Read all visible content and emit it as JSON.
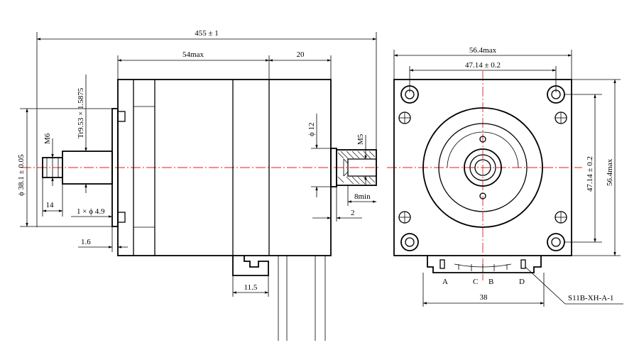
{
  "drawing": {
    "side_view": {
      "total_length": "455 ± 1",
      "body_length": "54max",
      "rear_shaft_length": "20",
      "thread_spec": "Tr9.53 × 1.5875",
      "front_thread": "M6",
      "pilot_diameter": "ϕ 38.1 ± 0.05",
      "front_shaft_length": "14",
      "hole": "1 × ϕ 4.9",
      "flange_thickness": "1.6",
      "connector_width": "11.5",
      "rear_diameter": "ϕ 12",
      "rear_thread": "M5",
      "rear_thread_depth": "8min",
      "rear_gap": "2"
    },
    "front_view": {
      "outer_width": "56.4max",
      "bolt_spacing_h": "47.14 ± 0.2",
      "bolt_spacing_v": "47.14 ± 0.2",
      "outer_height": "56.4max",
      "connector_width": "38",
      "pin_a": "A",
      "pin_c": "C",
      "pin_b": "B",
      "pin_d": "D",
      "connector_model": "S11B-XH-A-1"
    }
  },
  "colors": {
    "line": "#000000",
    "centerline": "#e0201c",
    "background": "#ffffff"
  }
}
